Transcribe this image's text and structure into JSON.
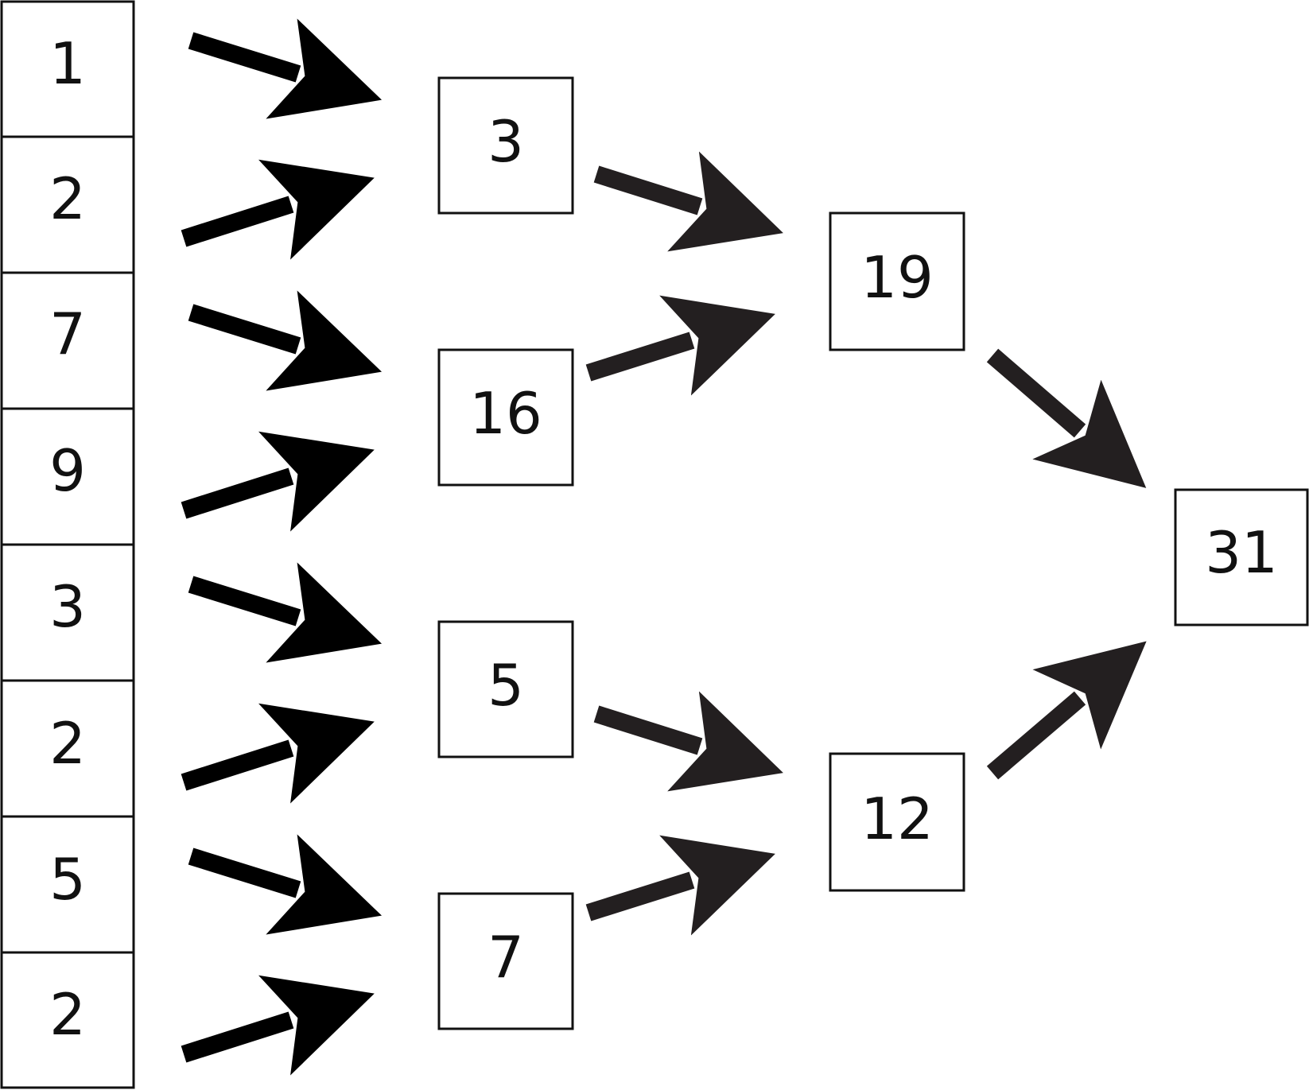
{
  "diagram": {
    "input_values": [
      "1",
      "2",
      "7",
      "9",
      "3",
      "2",
      "5",
      "2"
    ],
    "level1_values": [
      "3",
      "16",
      "5",
      "7"
    ],
    "level2_values": [
      "19",
      "12"
    ],
    "result_value": "31",
    "colors": {
      "stroke": "#111111",
      "arrow_input": "#000000",
      "arrow_upper": "#231f20",
      "background": "#ffffff"
    }
  }
}
